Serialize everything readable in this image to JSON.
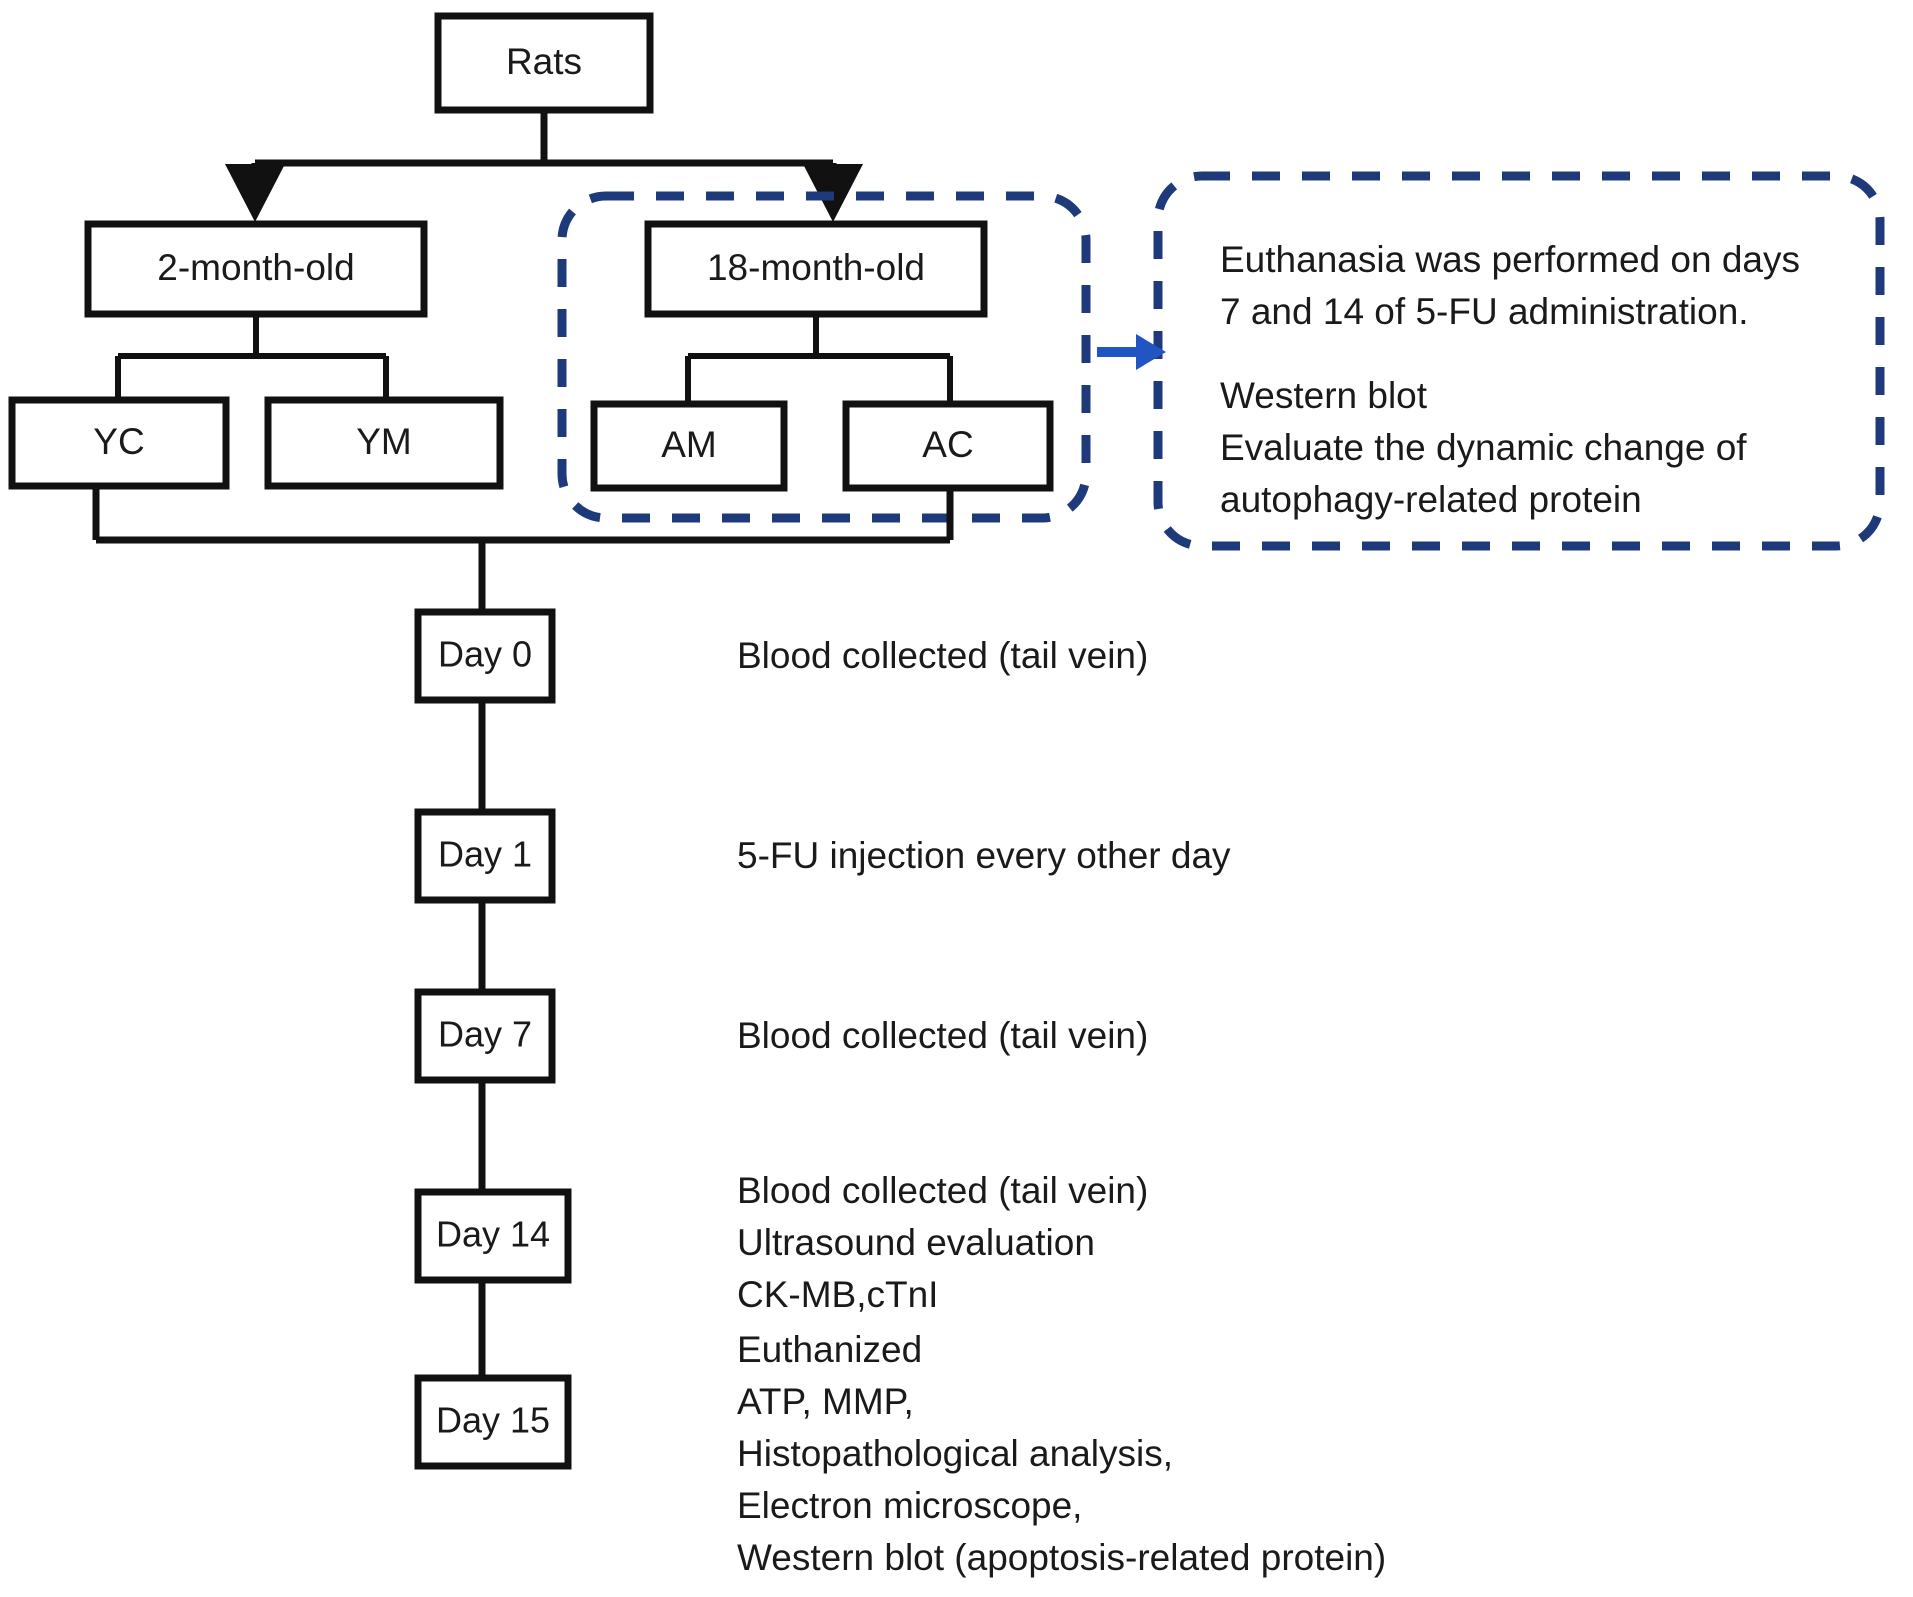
{
  "diagram": {
    "title": "Rat 5-FU experimental design flowchart",
    "colors": {
      "stroke": "#111111",
      "dashed_group": "#1f3a7a",
      "blue_arrow": "#2255c4",
      "text": "#1a1a1a",
      "background": "#ffffff"
    },
    "nodes": {
      "root": {
        "label": "Rats"
      },
      "young": {
        "label": "2-month-old"
      },
      "aged": {
        "label": "18-month-old"
      },
      "yc": {
        "label": "YC"
      },
      "ym": {
        "label": "YM"
      },
      "am": {
        "label": "AM"
      },
      "ac": {
        "label": "AC"
      }
    },
    "timeline": [
      {
        "box": "Day 0",
        "notes": [
          "Blood collected (tail vein)"
        ]
      },
      {
        "box": "Day 1",
        "notes": [
          "5-FU injection every other day"
        ]
      },
      {
        "box": "Day 7",
        "notes": [
          "Blood collected (tail vein)"
        ]
      },
      {
        "box": "Day 14",
        "notes": [
          "Blood collected (tail vein)",
          "Ultrasound evaluation",
          "CK-MB,cTnI"
        ]
      },
      {
        "box": "Day 15",
        "notes": [
          "Euthanized",
          "ATP, MMP,",
          "Histopathological analysis,",
          "Electron microscope,",
          "Western blot (apoptosis-related protein)"
        ]
      }
    ],
    "annotation_panel": {
      "lines": [
        "Euthanasia was performed on days",
        "7 and 14 of 5-FU administration.",
        "",
        "Western blot",
        "Evaluate the dynamic change of",
        "autophagy-related protein"
      ]
    }
  }
}
